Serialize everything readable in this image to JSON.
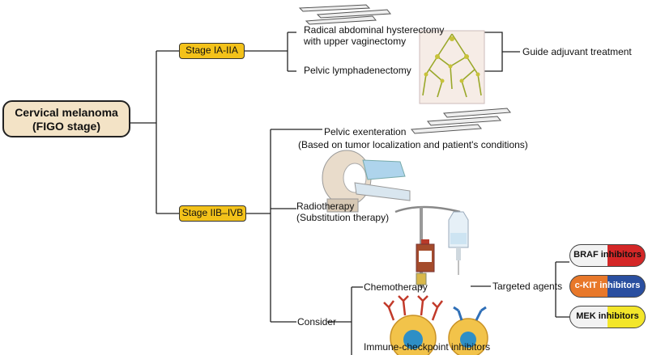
{
  "root": {
    "line1": "Cervical melanoma",
    "line2": "(FIGO stage)"
  },
  "stages": {
    "early": "Stage IA-IIA",
    "late": "Stage IIB–IVB"
  },
  "early_branch": {
    "surgery_line1": "Radical abdominal hysterectomy",
    "surgery_line2": "with upper vaginectomy",
    "lymph": "Pelvic lymphadenectomy",
    "outcome": "Guide adjuvant treatment"
  },
  "late_branch": {
    "exenteration": "Pelvic exenteration",
    "exenteration_note": "(Based on tumor localization and patient's conditions)",
    "radio_line1": "Radiotherapy",
    "radio_line2": "(Substitution therapy)",
    "consider": "Consider",
    "chemo": "Chemotherapy",
    "immune": "Immune-checkpoint inhibitors",
    "targeted": "Targeted agents"
  },
  "inhibitors": [
    {
      "label": "BRAF inhibitors",
      "left_color": "#f2f2f2",
      "right_color": "#d42727",
      "text_color": "#111111"
    },
    {
      "label": "c-KIT inhibitors",
      "left_color": "#e8782a",
      "right_color": "#2a4fa0",
      "text_color": "#ffffff"
    },
    {
      "label": "MEK inhibitors",
      "left_color": "#f2f2f2",
      "right_color": "#f3e62a",
      "text_color": "#111111"
    }
  ]
}
